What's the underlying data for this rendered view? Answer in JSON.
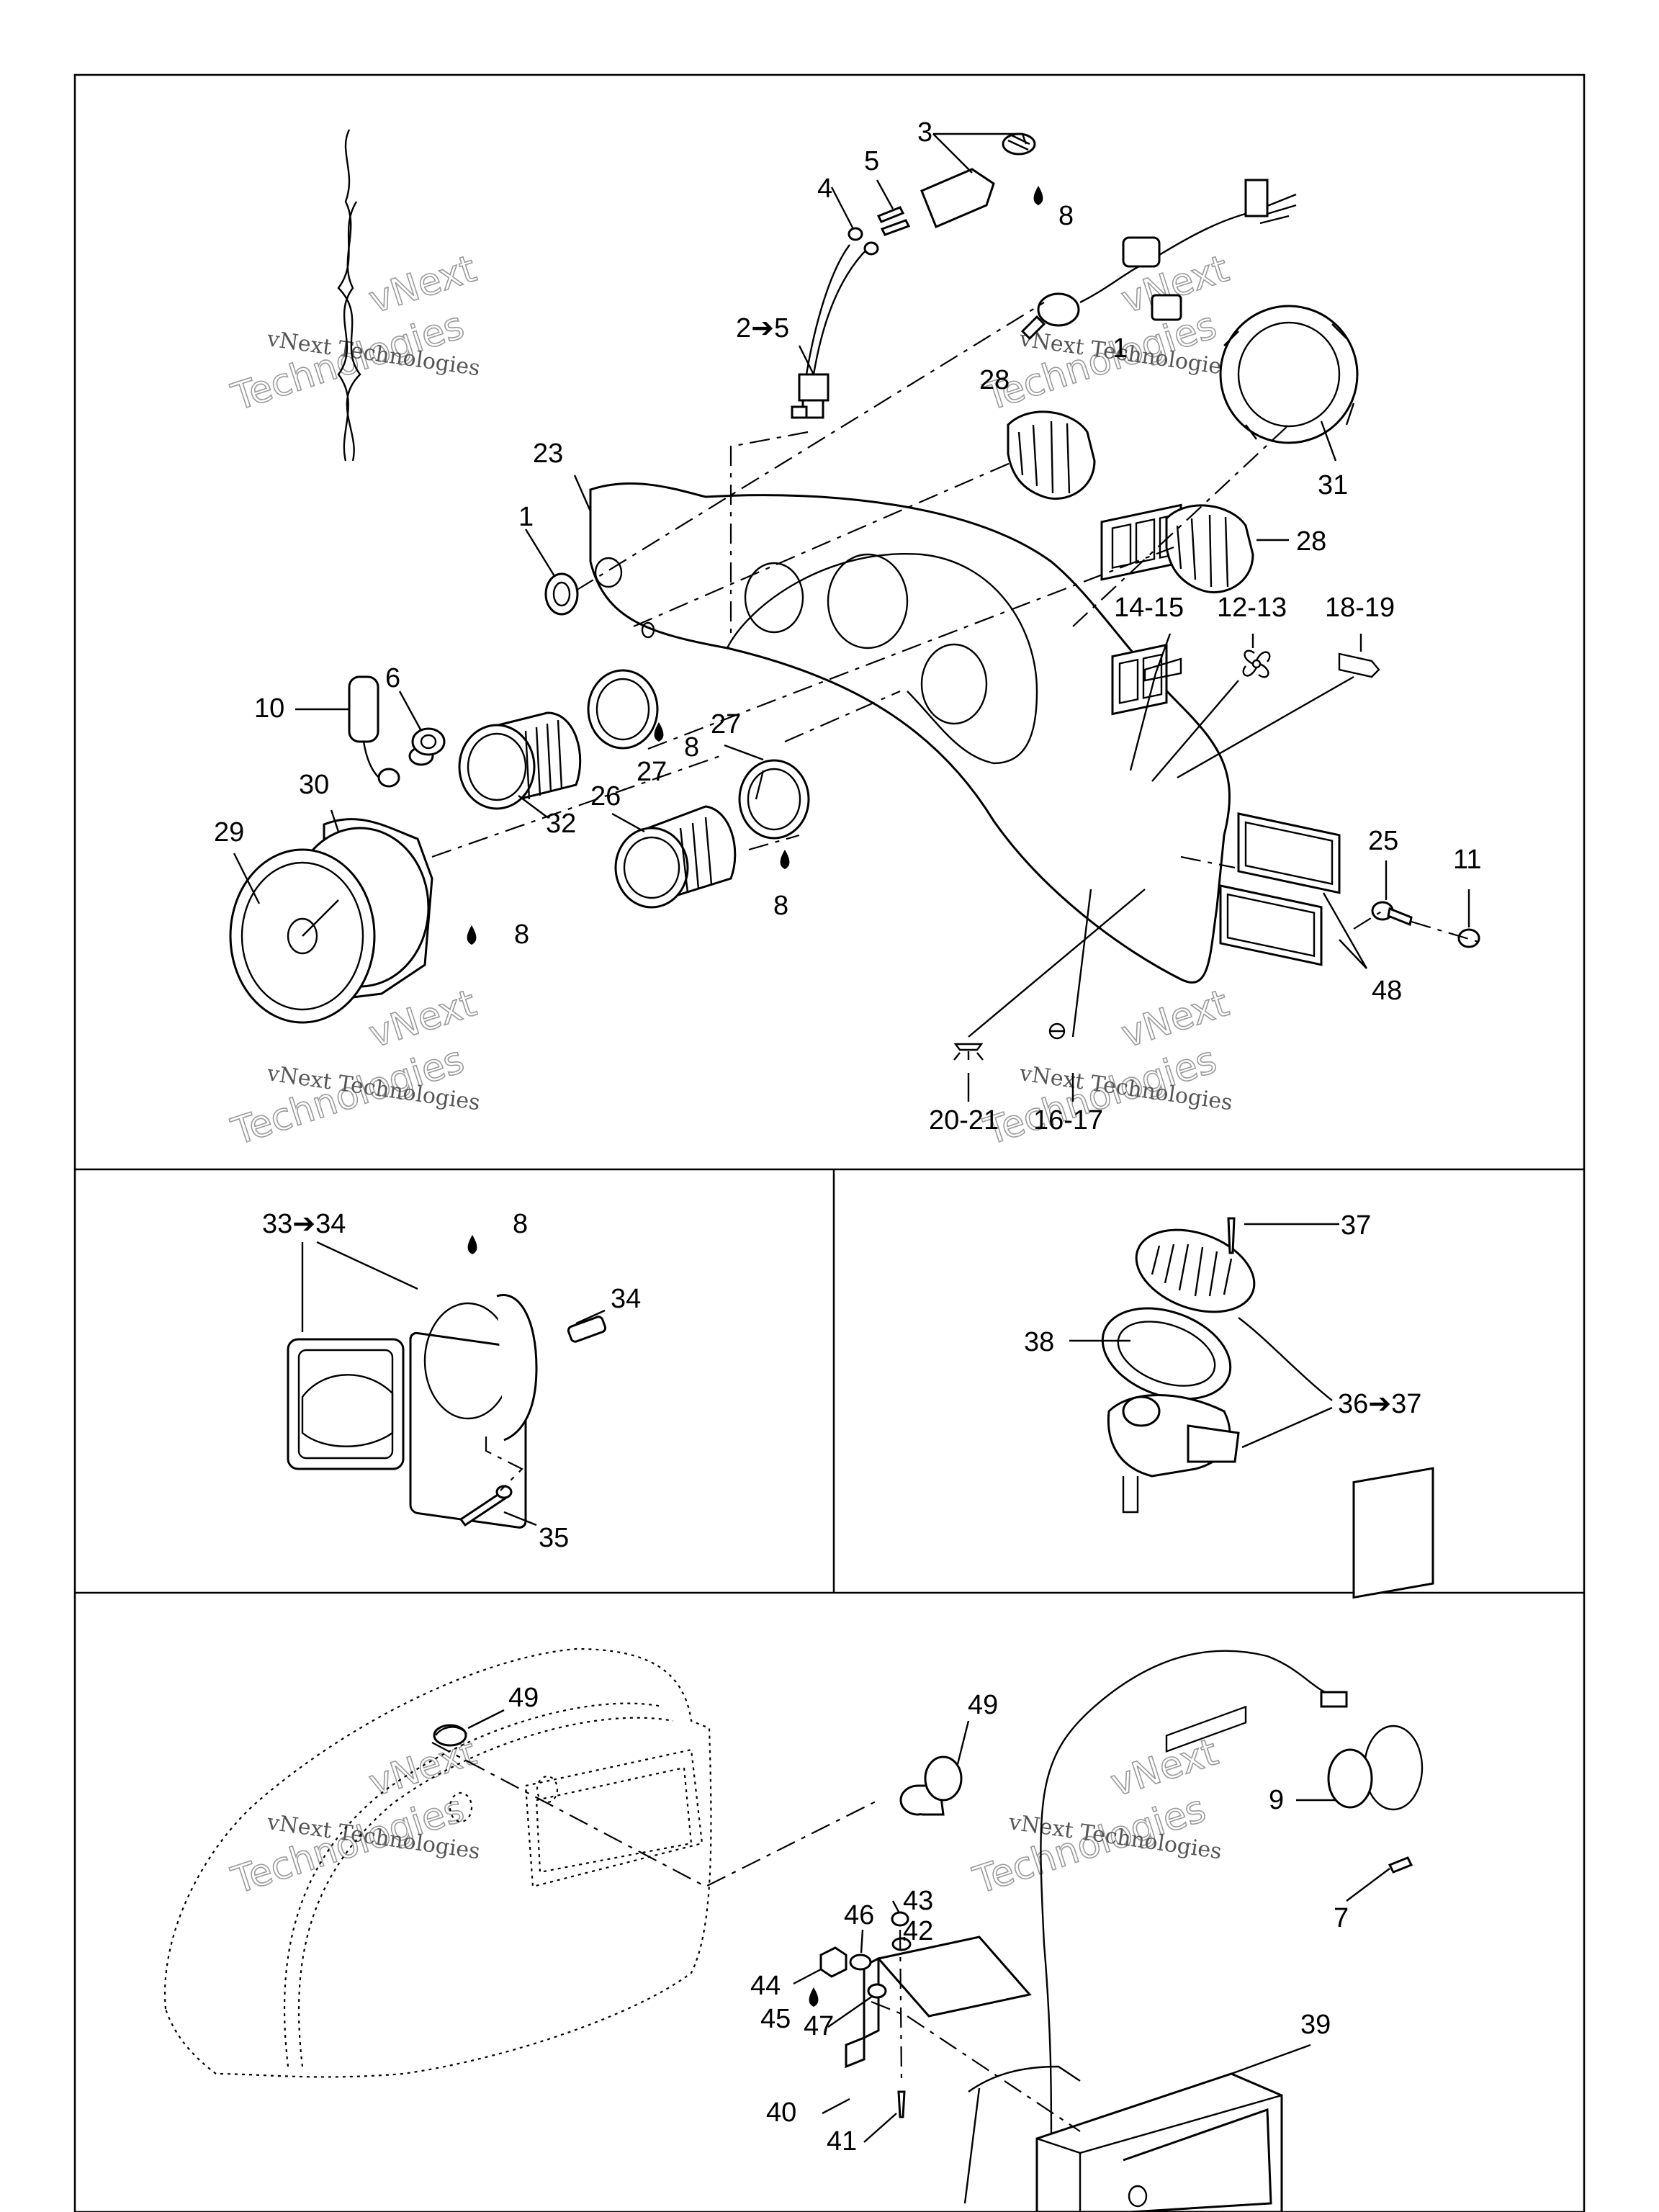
{
  "watermark": {
    "line1": "vNext Technologies",
    "line2": "vNext",
    "line3": "Technologies"
  },
  "callouts": {
    "main": [
      {
        "id": "c-3",
        "text": "3"
      },
      {
        "id": "c-5",
        "text": "5"
      },
      {
        "id": "c-4",
        "text": "4"
      },
      {
        "id": "c-8a",
        "text": "8"
      },
      {
        "id": "c-2-5",
        "text": "2➔5"
      },
      {
        "id": "c-1top",
        "text": "1"
      },
      {
        "id": "c-28a",
        "text": "28"
      },
      {
        "id": "c-31",
        "text": "31"
      },
      {
        "id": "c-23",
        "text": "23"
      },
      {
        "id": "c-1",
        "text": "1"
      },
      {
        "id": "c-28b",
        "text": "28"
      },
      {
        "id": "c-14-15",
        "text": "14-15"
      },
      {
        "id": "c-12-13",
        "text": "12-13"
      },
      {
        "id": "c-18-19",
        "text": "18-19"
      },
      {
        "id": "c-10",
        "text": "10"
      },
      {
        "id": "c-6",
        "text": "6"
      },
      {
        "id": "c-8b",
        "text": "8"
      },
      {
        "id": "c-27a",
        "text": "27"
      },
      {
        "id": "c-27b",
        "text": "27"
      },
      {
        "id": "c-30",
        "text": "30"
      },
      {
        "id": "c-32",
        "text": "32"
      },
      {
        "id": "c-26",
        "text": "26"
      },
      {
        "id": "c-29",
        "text": "29"
      },
      {
        "id": "c-8c",
        "text": "8"
      },
      {
        "id": "c-8d",
        "text": "8"
      },
      {
        "id": "c-25",
        "text": "25"
      },
      {
        "id": "c-11",
        "text": "11"
      },
      {
        "id": "c-48",
        "text": "48"
      },
      {
        "id": "c-20-21",
        "text": "20-21"
      },
      {
        "id": "c-16-17",
        "text": "16-17"
      }
    ],
    "left_panel": [
      {
        "id": "c-33-34",
        "text": "33➔34"
      },
      {
        "id": "c-8e",
        "text": "8"
      },
      {
        "id": "c-34",
        "text": "34"
      },
      {
        "id": "c-35",
        "text": "35"
      }
    ],
    "right_panel": [
      {
        "id": "c-37",
        "text": "37"
      },
      {
        "id": "c-38",
        "text": "38"
      },
      {
        "id": "c-36-37",
        "text": "36➔37"
      }
    ],
    "bottom": [
      {
        "id": "c-49a",
        "text": "49"
      },
      {
        "id": "c-49b",
        "text": "49"
      },
      {
        "id": "c-9",
        "text": "9"
      },
      {
        "id": "c-7",
        "text": "7"
      },
      {
        "id": "c-43",
        "text": "43"
      },
      {
        "id": "c-46",
        "text": "46"
      },
      {
        "id": "c-42",
        "text": "42"
      },
      {
        "id": "c-44",
        "text": "44"
      },
      {
        "id": "c-45",
        "text": "45"
      },
      {
        "id": "c-47",
        "text": "47"
      },
      {
        "id": "c-39",
        "text": "39"
      },
      {
        "id": "c-40",
        "text": "40"
      },
      {
        "id": "c-41",
        "text": "41"
      }
    ]
  }
}
